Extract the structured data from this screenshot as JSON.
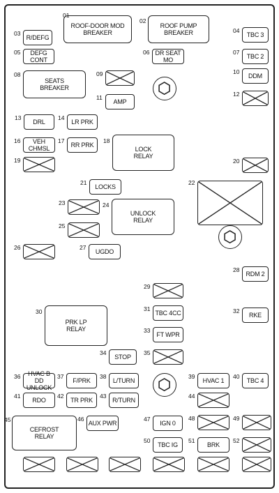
{
  "fuses": [
    {
      "n": "01",
      "label": "ROOF-DOOR MOD\nBREAKER",
      "relay": true
    },
    {
      "n": "02",
      "label": "ROOF PUMP\nBREAKER",
      "relay": true
    },
    {
      "n": "03",
      "label": "R/DEFG"
    },
    {
      "n": "04",
      "label": "TBC 3"
    },
    {
      "n": "05",
      "label": "DEFG CONT"
    },
    {
      "n": "06",
      "label": "DR SEAT MO"
    },
    {
      "n": "07",
      "label": "TBC 2"
    },
    {
      "n": "08",
      "label": "SEATS\nBREAKER",
      "relay": true
    },
    {
      "n": "09",
      "label": ""
    },
    {
      "n": "10",
      "label": "DDM"
    },
    {
      "n": "11",
      "label": "AMP"
    },
    {
      "n": "12",
      "label": ""
    },
    {
      "n": "13",
      "label": "DRL"
    },
    {
      "n": "14",
      "label": "LR PRK"
    },
    {
      "n": "16",
      "label": "VEH CHMSL"
    },
    {
      "n": "17",
      "label": "RR PRK"
    },
    {
      "n": "18",
      "label": "LOCK\nRELAY",
      "relay": true
    },
    {
      "n": "19",
      "label": ""
    },
    {
      "n": "20",
      "label": ""
    },
    {
      "n": "21",
      "label": "LOCKS"
    },
    {
      "n": "22",
      "label": ""
    },
    {
      "n": "23",
      "label": ""
    },
    {
      "n": "24",
      "label": "UNLOCK\nRELAY",
      "relay": true
    },
    {
      "n": "25",
      "label": ""
    },
    {
      "n": "26",
      "label": ""
    },
    {
      "n": "27",
      "label": "UGDO"
    },
    {
      "n": "28",
      "label": "RDM 2"
    },
    {
      "n": "29",
      "label": ""
    },
    {
      "n": "30",
      "label": "PRK LP\nRELAY",
      "relay": true
    },
    {
      "n": "31",
      "label": "TBC 4CC"
    },
    {
      "n": "32",
      "label": "RKE"
    },
    {
      "n": "33",
      "label": "FT WPR"
    },
    {
      "n": "34",
      "label": "STOP"
    },
    {
      "n": "35",
      "label": ""
    },
    {
      "n": "36",
      "label": "HVAC B\nDD UNLOCK"
    },
    {
      "n": "37",
      "label": "F/PRK"
    },
    {
      "n": "38",
      "label": "L/TURN"
    },
    {
      "n": "39",
      "label": "HVAC 1"
    },
    {
      "n": "40",
      "label": "TBC 4"
    },
    {
      "n": "41",
      "label": "RDO"
    },
    {
      "n": "42",
      "label": "TR PRK"
    },
    {
      "n": "43",
      "label": "R/TURN"
    },
    {
      "n": "44",
      "label": ""
    },
    {
      "n": "45",
      "label": "CEFROST\nRELAY",
      "relay": true
    },
    {
      "n": "46",
      "label": "AUX PWR"
    },
    {
      "n": "47",
      "label": "IGN 0"
    },
    {
      "n": "48",
      "label": ""
    },
    {
      "n": "49",
      "label": ""
    },
    {
      "n": "50",
      "label": "TBC IG"
    },
    {
      "n": "51",
      "label": "BRK"
    },
    {
      "n": "52",
      "label": ""
    },
    {
      "n": "",
      "label": ""
    },
    {
      "n": "",
      "label": ""
    },
    {
      "n": "",
      "label": ""
    },
    {
      "n": "",
      "label": ""
    },
    {
      "n": "",
      "label": ""
    },
    {
      "n": "",
      "label": ""
    }
  ]
}
